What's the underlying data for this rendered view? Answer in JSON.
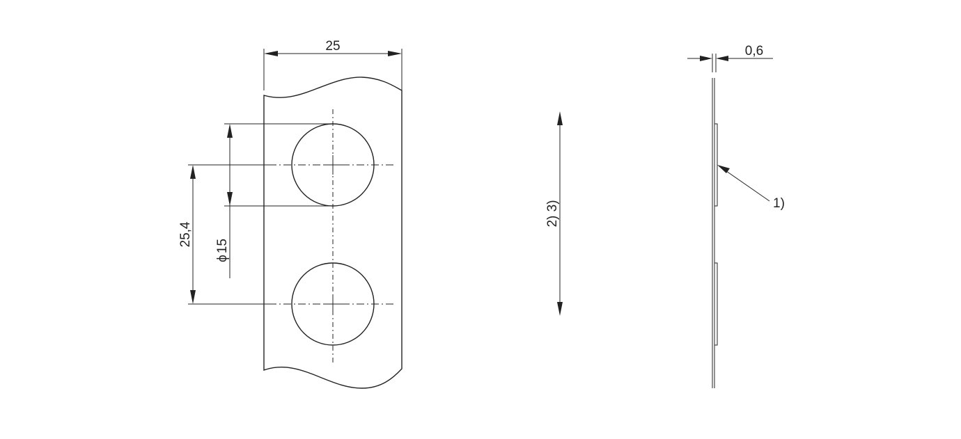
{
  "dimensions": {
    "width": "25",
    "hole_pitch": "25,4",
    "hole_diameter": "15",
    "diameter_symbol": "ϕ",
    "thickness": "0,6"
  },
  "notes": {
    "length_note": "2)  3)",
    "pad_callout": "1)"
  },
  "colors": {
    "line": "#222222",
    "background": "#ffffff"
  }
}
